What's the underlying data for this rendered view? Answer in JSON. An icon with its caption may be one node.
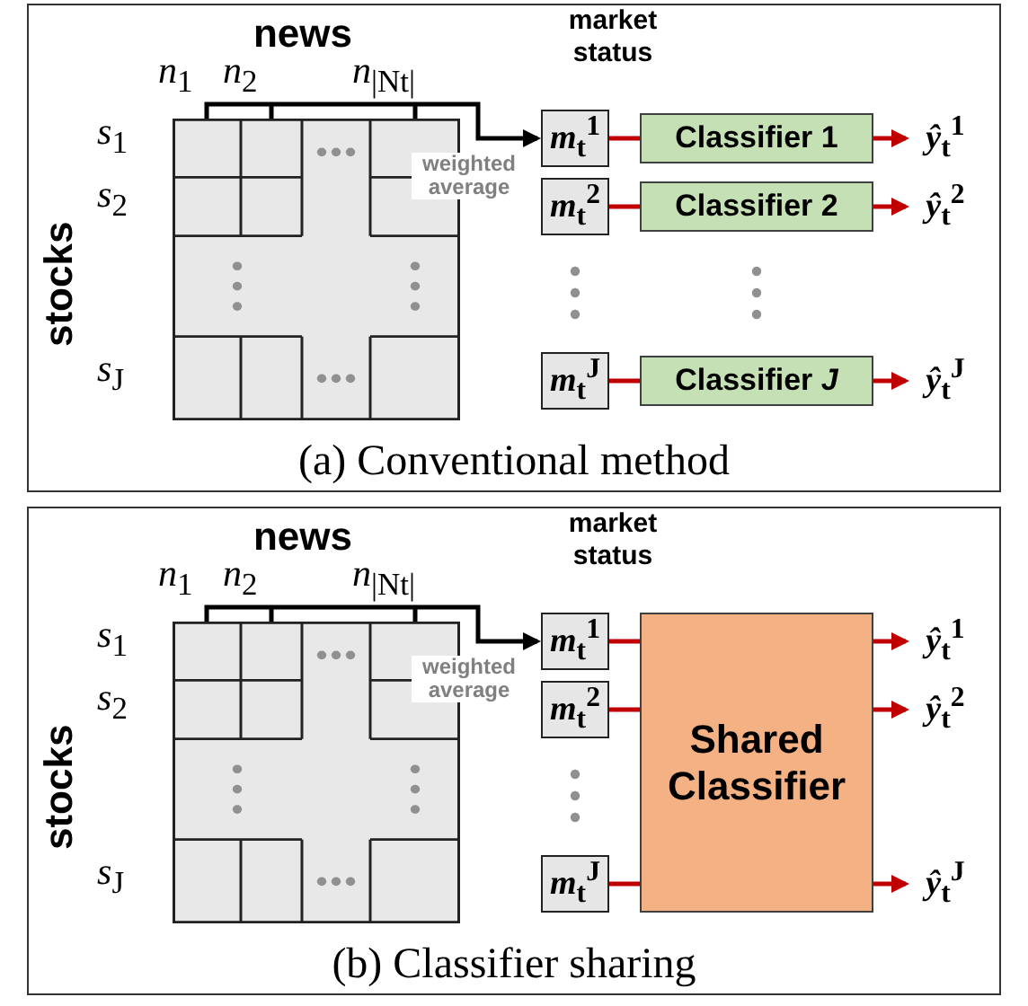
{
  "diagram": {
    "nodes": [
      {
        "text": [
          "(a) Conventional method"
        ]
      },
      {
        "text": [
          "news"
        ],
        "in": 0
      },
      {
        "text": [
          "*m*$_{t}$$^{1}$"
        ],
        "in": 0
      },
      {
        "text": [
          "*m*$_{t}$$^{2}$"
        ],
        "in": 0
      },
      {
        "text": [
          "*m*$_{t}$$^{J}$"
        ],
        "in": 0
      },
      {
        "text": [
          "Classifier 1"
        ],
        "in": 0
      },
      {
        "text": [
          "Classifier 2"
        ],
        "in": 0
      },
      {
        "text": [
          "Classifier *J*"
        ],
        "in": 0
      },
      {
        "text": [
          "*ŷ*$_{t}$$^{1}$"
        ],
        "in": 0
      },
      {
        "text": [
          "*ŷ*$_{t}$$^{2}$"
        ],
        "in": 0
      },
      {
        "text": [
          "*ŷ*$_{t}$$^{J}$"
        ],
        "in": 0
      },
      {
        "text": [
          "(b) Classifier sharing"
        ]
      },
      {
        "text": [
          "news"
        ],
        "in": 11
      },
      {
        "text": [
          "*m*$_{t}$$^{1}$"
        ],
        "in": 11
      },
      {
        "text": [
          "*m*$_{t}$$^{2}$"
        ],
        "in": 11
      },
      {
        "text": [
          "*m*$_{t}$$^{J}$"
        ],
        "in": 11
      },
      {
        "text": [
          "Shared Classifier"
        ],
        "in": 11
      },
      {
        "text": [
          "*ŷ*$_{t}$$^{1}$"
        ],
        "in": 11
      },
      {
        "text": [
          "*ŷ*$_{t}$$^{2}$"
        ],
        "in": 11
      },
      {
        "text": [
          "*ŷ*$_{t}$$^{J}$"
        ],
        "in": 11
      }
    ],
    "edges": [
      {
        "from": 1,
        "to": 2,
        "arrow": "to",
        "label": "weighted average",
        "color": "#000000"
      },
      {
        "from": 2,
        "to": 5,
        "arrow": "none"
      },
      {
        "from": 3,
        "to": 6,
        "arrow": "none"
      },
      {
        "from": 4,
        "to": 7,
        "arrow": "none"
      },
      {
        "from": 5,
        "to": 8,
        "arrow": "to"
      },
      {
        "from": 6,
        "to": 9,
        "arrow": "to"
      },
      {
        "from": 7,
        "to": 10,
        "arrow": "to"
      },
      {
        "from": 12,
        "to": 13,
        "arrow": "to",
        "label": "weighted average",
        "color": "#000000"
      },
      {
        "from": 13,
        "to": 16,
        "arrow": "none"
      },
      {
        "from": 14,
        "to": 16,
        "arrow": "none"
      },
      {
        "from": 15,
        "to": 16,
        "arrow": "none"
      },
      {
        "from": 16,
        "to": 17,
        "arrow": "to"
      },
      {
        "from": 16,
        "to": 18,
        "arrow": "to"
      },
      {
        "from": 16,
        "to": 19,
        "arrow": "to"
      }
    ],
    "labels": [
      "market status",
      "*n*$_{1}$",
      "*n*$_{2}$",
      "*n*$_{|N}$$_{t}$$_{|}$",
      "stocks",
      "*s*$_{1}$",
      "*s*$_{2}$",
      "*s*$_{J}$",
      "market status",
      "*n*$_{1}$",
      "*n*$_{2}$",
      "*n*$_{|N}$$_{t}$$_{|}$",
      "stocks",
      "*s*$_{1}$",
      "*s*$_{2}$",
      "*s*$_{J}$"
    ]
  }
}
